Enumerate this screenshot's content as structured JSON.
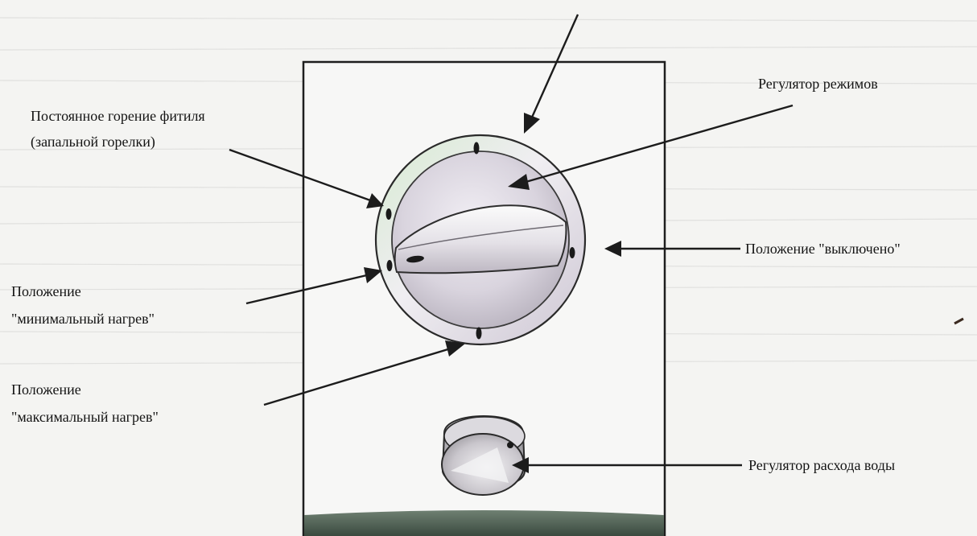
{
  "labels": {
    "pilot_flame": {
      "line1": "Постоянное горение фитиля",
      "line2": "(запальной горелки)"
    },
    "mode_regulator": "Регулятор режимов",
    "off_position": "Положение \"выключено\"",
    "min_heat": {
      "line1": "Положение",
      "line2": "\"минимальный нагрев\""
    },
    "max_heat": {
      "line1": "Положение",
      "line2": "\"максимальный нагрев\""
    },
    "water_regulator": "Регулятор расхода воды"
  }
}
